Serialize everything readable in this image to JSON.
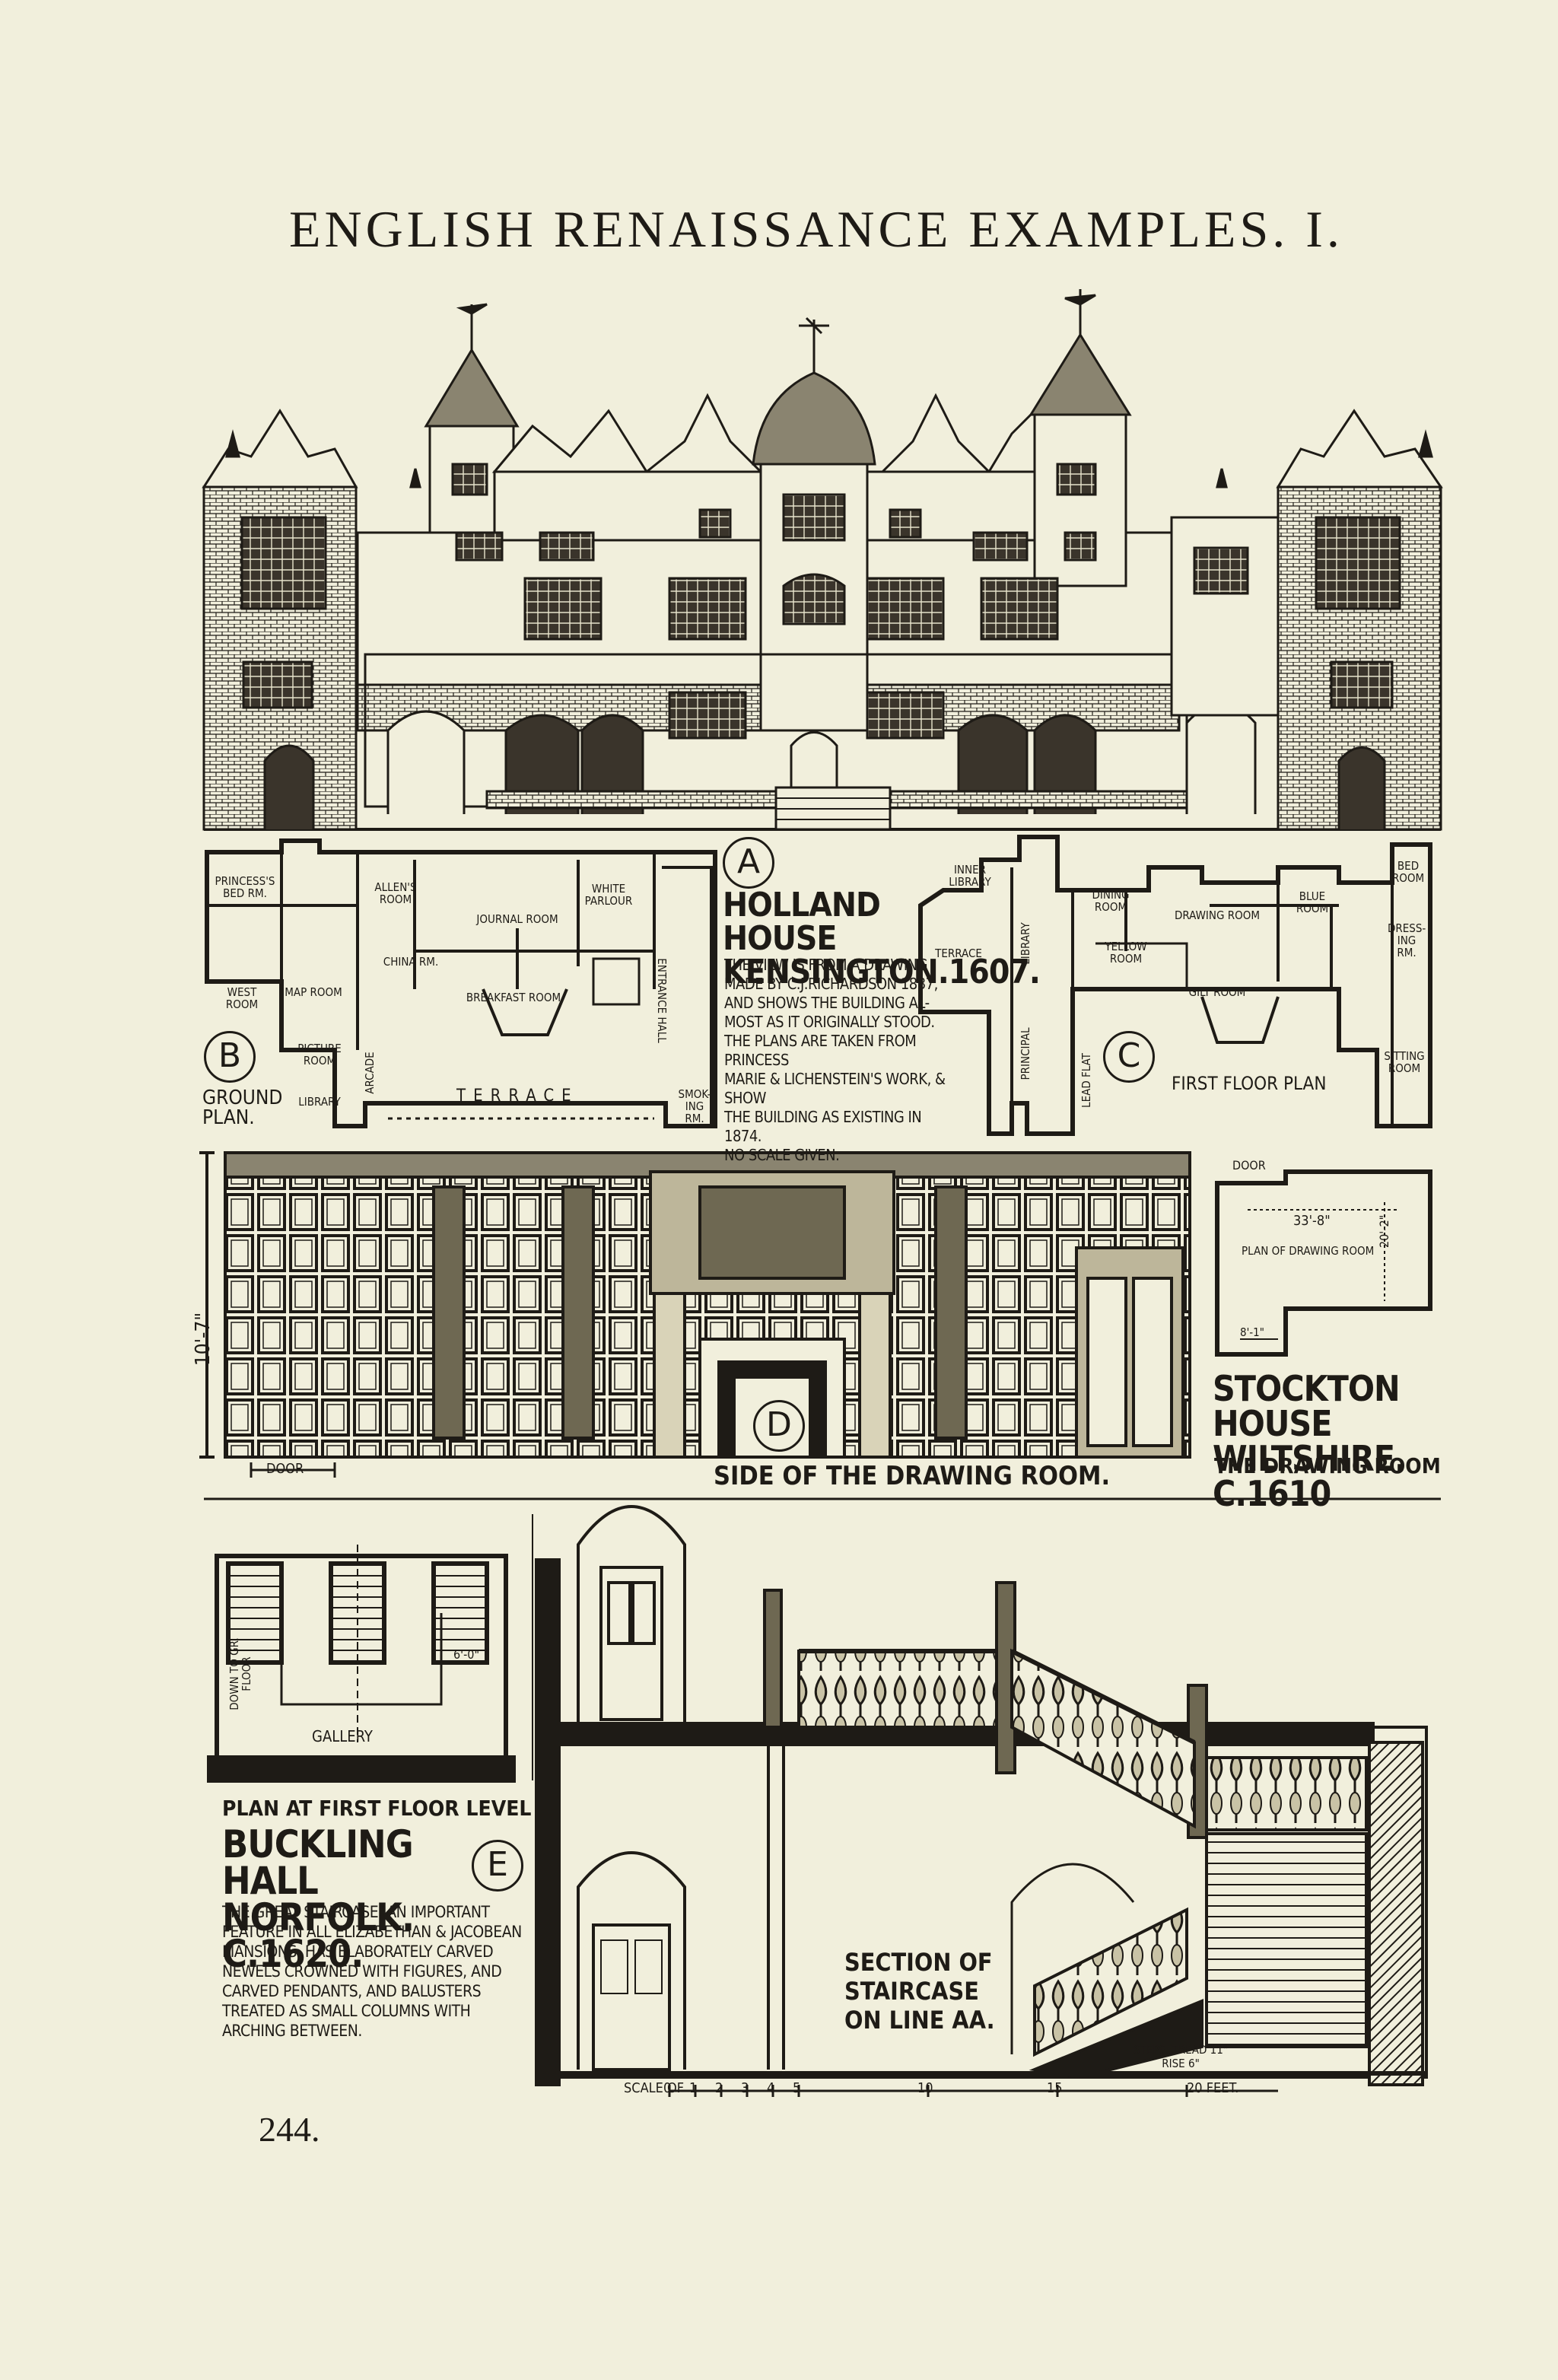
{
  "page": {
    "title": "ENGLISH RENAISSANCE EXAMPLES. I.",
    "page_number": "244."
  },
  "holland_house": {
    "letter": "A",
    "title_line1": "HOLLAND HOUSE",
    "title_line2": "KENSINGTON.1607.",
    "note": [
      "THE VIEW IS FROM A DRAWING",
      "MADE BY C.J.RICHARDSON 1837,",
      "AND SHOWS THE BUILDING AL-",
      "MOST AS IT ORIGINALLY STOOD.",
      "THE PLANS ARE TAKEN FROM PRINCESS",
      "MARIE & LICHENSTEIN'S WORK, & SHOW",
      "THE BUILDING AS EXISTING IN 1874.",
      "NO SCALE GIVEN."
    ]
  },
  "ground_plan": {
    "letter": "B",
    "caption_line1": "GROUND",
    "caption_line2": "PLAN.",
    "rooms": {
      "princesses": "PRINCESS'S BED RM.",
      "allens": "ALLEN'S ROOM",
      "journal": "JOURNAL ROOM",
      "white_parlour": "WHITE PARLOUR",
      "china": "CHINA RM.",
      "west": "WEST ROOM",
      "map": "MAP ROOM",
      "breakfast": "BREAKFAST ROOM",
      "entrance_hall": "ENTRANCE HALL",
      "picture": "PICTURE ROOM",
      "library": "LIBRARY",
      "arcade": "ARCADE",
      "terrace": "TERRACE",
      "smoking": "SMOK-ING RM."
    }
  },
  "first_floor_plan": {
    "letter": "C",
    "caption": "FIRST FLOOR PLAN",
    "rooms": {
      "inner_library": "INNER LIBRARY",
      "terrace": "TERRACE",
      "principal": "PRINCIPAL",
      "library": "LIBRARY",
      "lead_flat": "LEAD FLAT",
      "dining": "DINING ROOM",
      "drawing": "DRAWING ROOM",
      "blue": "BLUE ROOM",
      "bed": "BED ROOM",
      "yellow": "YELLOW ROOM",
      "gilt": "GILT ROOM",
      "dressing": "DRESS-ING RM.",
      "sitting": "SITTING ROOM"
    }
  },
  "drawing_room": {
    "letter": "D",
    "height_dim": "10'-7\"",
    "door_label": "DOOR",
    "caption": "SIDE OF THE DRAWING ROOM."
  },
  "stockton_house": {
    "plan_door": "DOOR",
    "plan_width": "33'-8\"",
    "plan_depth": "20'-2\"",
    "plan_label": "PLAN OF DRAWING ROOM",
    "plan_small": "8'-1\"",
    "title_line1": "STOCKTON HOUSE",
    "title_line2": "WILTSHIRE.",
    "date": "C.1610",
    "subtitle": "THE DRAWING ROOM"
  },
  "blickling_hall": {
    "letter": "E",
    "plan_caption": "PLAN AT FIRST FLOOR LEVEL",
    "gallery": "GALLERY",
    "down": "DOWN TO GR. FLOOR",
    "dim": "6'-0\"",
    "title_line1": "BUCKLING HALL",
    "title_line2": "NORFOLK.",
    "date": "C.1620.",
    "note": [
      "THE GREAT STAIRCASE, AN IMPORTANT",
      "FEATURE IN ALL ELIZABETHAN & JACOBEAN",
      "MANSIONS, HAS ELABORATELY CARVED",
      "NEWELS CROWNED WITH FIGURES, AND",
      "CARVED PENDANTS, AND BALUSTERS",
      "TREATED AS SMALL COLUMNS WITH",
      "ARCHING BETWEEN."
    ],
    "section_label_1": "SECTION OF",
    "section_label_2": "STAIRCASE",
    "section_label_3": "ON LINE AA.",
    "steps_line1": "STEPS. TREAD 11\"",
    "steps_line2": "RISE 6\"",
    "scale_label": "SCALE OF",
    "scale_ticks": [
      "0",
      "1",
      "2",
      "3",
      "4",
      "5",
      "10",
      "15",
      "20 FEET."
    ]
  },
  "colors": {
    "paper": "#f1efdc",
    "ink": "#1e1b16"
  }
}
